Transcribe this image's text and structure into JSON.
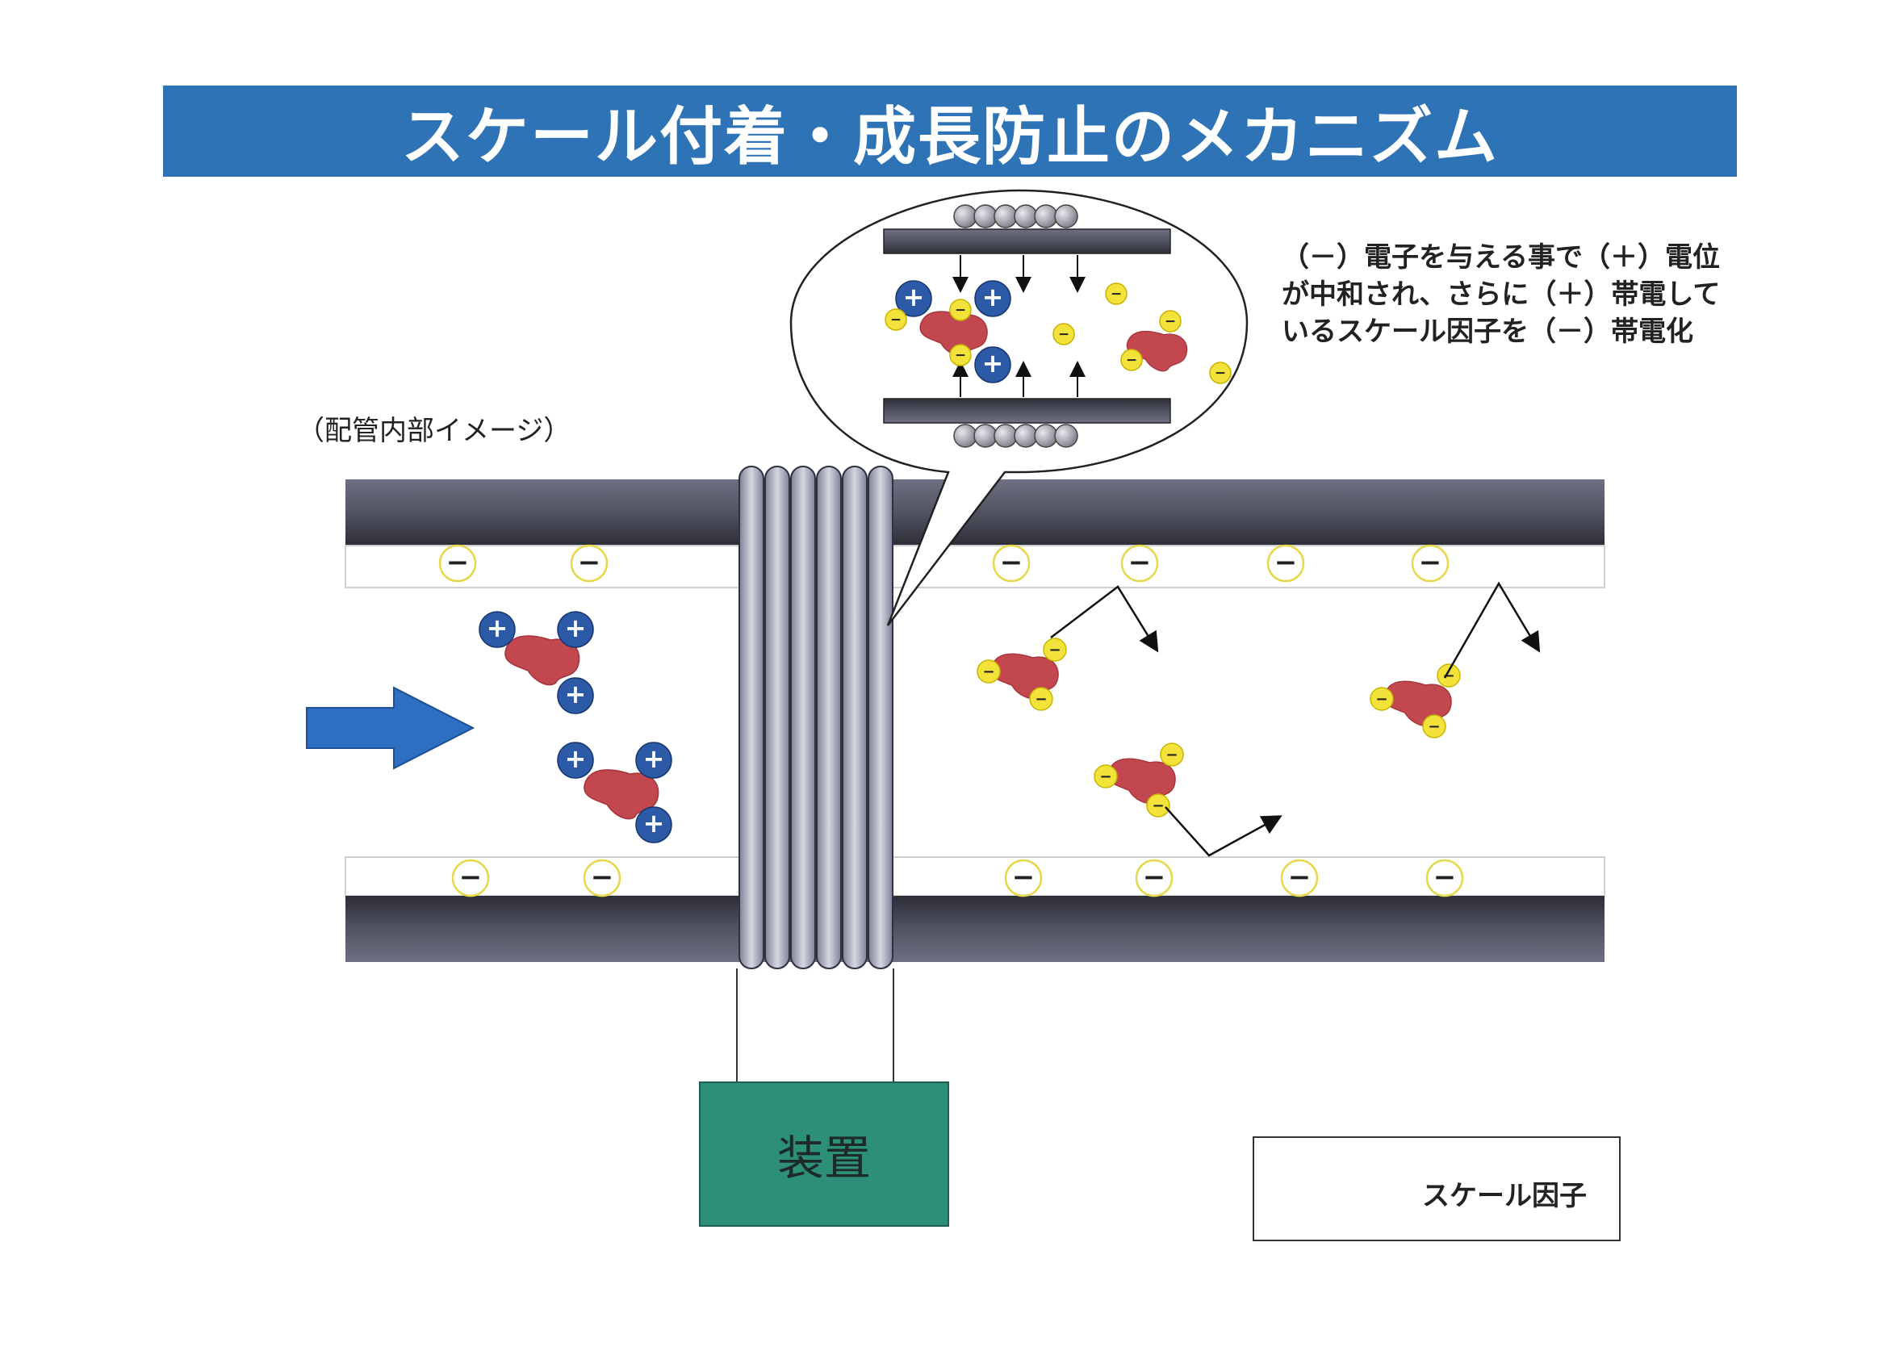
{
  "title": "スケール付着・成長防止のメカニズム",
  "pipe_label": "（配管内部イメージ）",
  "explanation": "（－）電子を与える事で（＋）電位が中和され、さらに（＋）帯電しているスケール因子を（－）帯電化",
  "device_label": "装置",
  "legend_label": "スケール因子",
  "plus_symbol": "+",
  "minus_symbol": "−",
  "colors": {
    "title_bar": "#2f73b7",
    "pipe": "#55566a",
    "scale": "#c2474f",
    "plus_ion": "#2d5aa7",
    "minus_ion": "#f2e23a",
    "device": "#2e8f78",
    "flow_arrow": "#2f6fc1"
  },
  "icons": [
    "flow-arrow-icon",
    "coil-icon",
    "plus-ion-icon",
    "minus-ion-icon",
    "scale-particle-icon"
  ]
}
